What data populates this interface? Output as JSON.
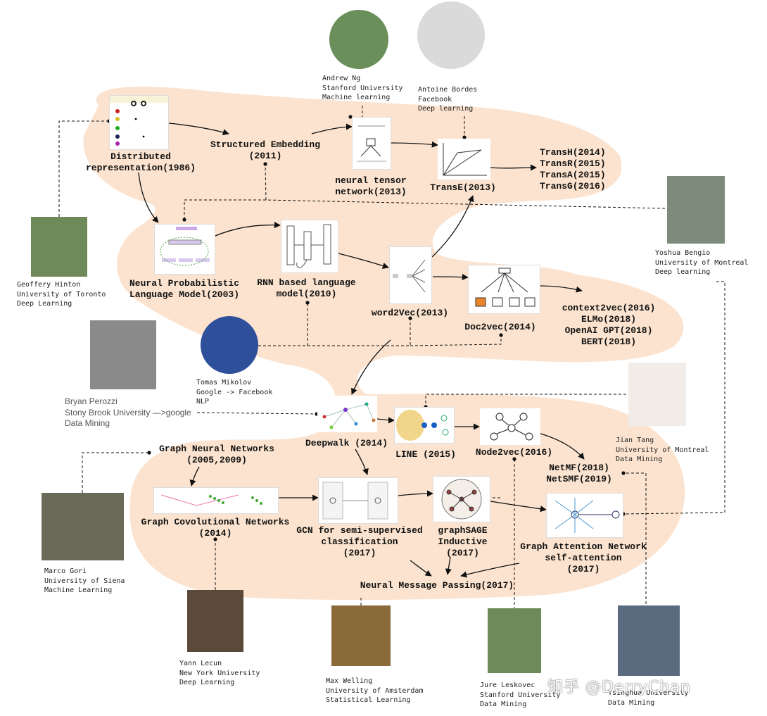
{
  "nodes": {
    "distributed": "Distributed\nrepresentation(1986)",
    "structured": "Structured Embedding\n(2011)",
    "ntn": "neural tensor\nnetwork(2013)",
    "transe": "TransE(2013)",
    "trans_variants": "TransH(2014)\nTransR(2015)\nTransA(2015)\nTransG(2016)",
    "nplm": "Neural Probabilistic\nLanguage Model(2003)",
    "rnnlm": "RNN based language\nmodel(2010)",
    "word2vec": "word2Vec(2013)",
    "doc2vec": "Doc2vec(2014)",
    "contextual": "context2vec(2016)\nELMo(2018)\nOpenAI GPT(2018)\nBERT(2018)",
    "deepwalk": "Deepwalk (2014)",
    "line": "LINE (2015)",
    "node2vec": "Node2vec(2016)",
    "netmf": "NetMF(2018)\nNetSMF(2019)",
    "gnn": "Graph Neural Networks\n(2005,2009)",
    "gcn_conv": "Graph Covolutional Networks\n(2014)",
    "gcn_semi": "GCN for semi-supervised\nclassification\n(2017)",
    "graphsage": "graphSAGE\nInductive\n(2017)",
    "gat": "Graph Attention Network\nself-attention\n(2017)",
    "mpnn": "Neural Message Passing(2017)"
  },
  "people": {
    "ng": "Andrew Ng\nStanford University\nMachine learning",
    "bordes": "Antoine Bordes\nFacebook\nDeep learning",
    "hinton": "Geoffery Hinton\nUniversity of Toronto\nDeep Learning",
    "bengio": "Yoshua Bengio\nUniversity of Montreal\nDeep learning",
    "perozzi": "Bryan Perozzi\nStony Brook University —>google\nData Mining",
    "mikolov": "Tomas Mikolov\nGoogle -> Facebook\nNLP",
    "tang": "Jian Tang\nUniversity of Montreal\nData Mining",
    "gori": "Marco Gori\nUniversity of Siena\nMachine Learning",
    "lecun": "Yann Lecun\nNew York University\nDeep Learning",
    "welling": "Max Welling\nUniversity of Amsterdam\nStatistical Learning",
    "leskovec": "Jure Leskovec\nStanford University\nData Mining",
    "tsinghua": "Tsinghua University\nData Mining"
  },
  "watermark": "知乎 @DerryChan",
  "colors": {
    "blob": "#fbe3cf",
    "edge": "#111111",
    "photo_bg": "#9a9a9a"
  }
}
